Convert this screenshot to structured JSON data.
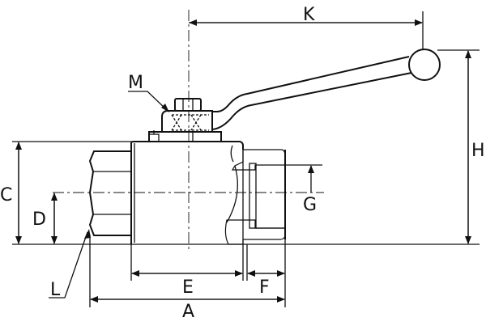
{
  "title": "Ball valve dimension drawing",
  "labels": {
    "A": "A",
    "C": "C",
    "D": "D",
    "E": "E",
    "F": "F",
    "G": "G",
    "H": "H",
    "K": "K",
    "L": "L",
    "M": "M"
  },
  "colors": {
    "line": "#111111",
    "background": "#ffffff"
  }
}
